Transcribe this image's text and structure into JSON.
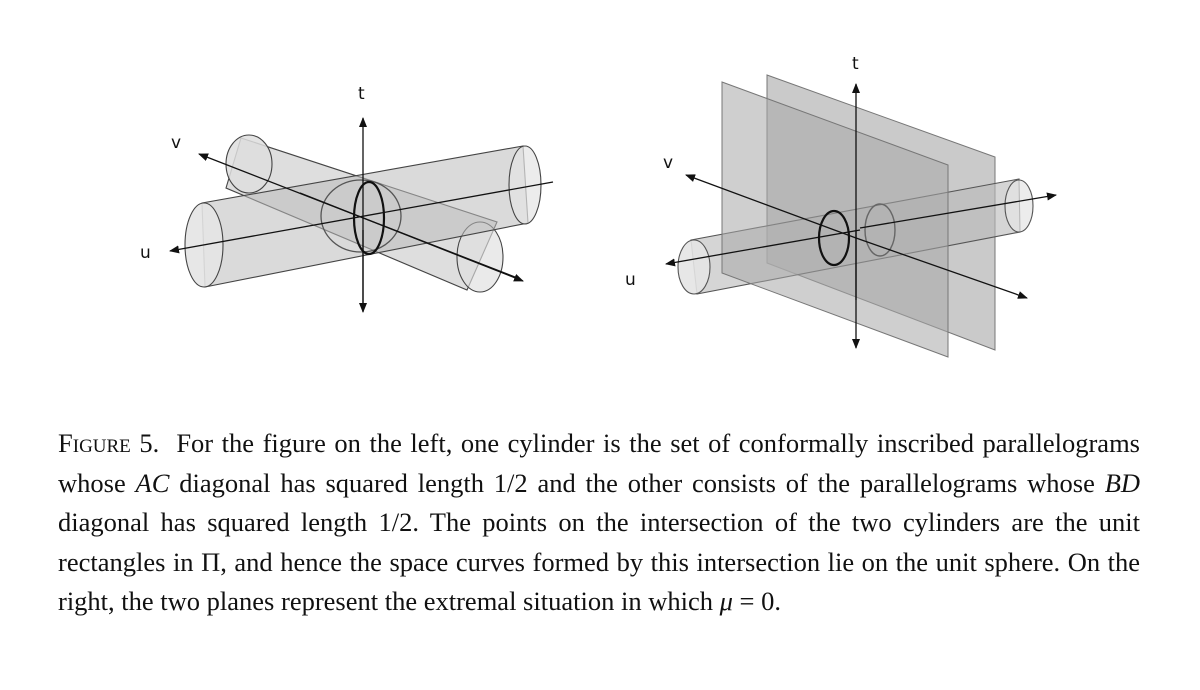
{
  "figure": {
    "left_panel": {
      "axis_v": "v",
      "axis_t": "t",
      "axis_u": "u"
    },
    "right_panel": {
      "axis_v": "v",
      "axis_t": "t",
      "axis_u": "u"
    }
  },
  "caption": {
    "label": "Figure 5.",
    "s1": "For the figure on the left, one cylinder is the set of conformally inscribed parallelograms whose ",
    "m1": "AC",
    "s2": " diagonal has squared length 1/2 and the other consists of the parallelograms whose ",
    "m2": "BD",
    "s3": " diagonal has squared length 1/2. The points on the intersection of the two cylinders are the unit rectangles in Π, and hence the space curves formed by this intersection lie on the unit sphere. On the right, the two planes represent the extremal situation in which ",
    "m3": "μ",
    "s4": " = 0."
  }
}
